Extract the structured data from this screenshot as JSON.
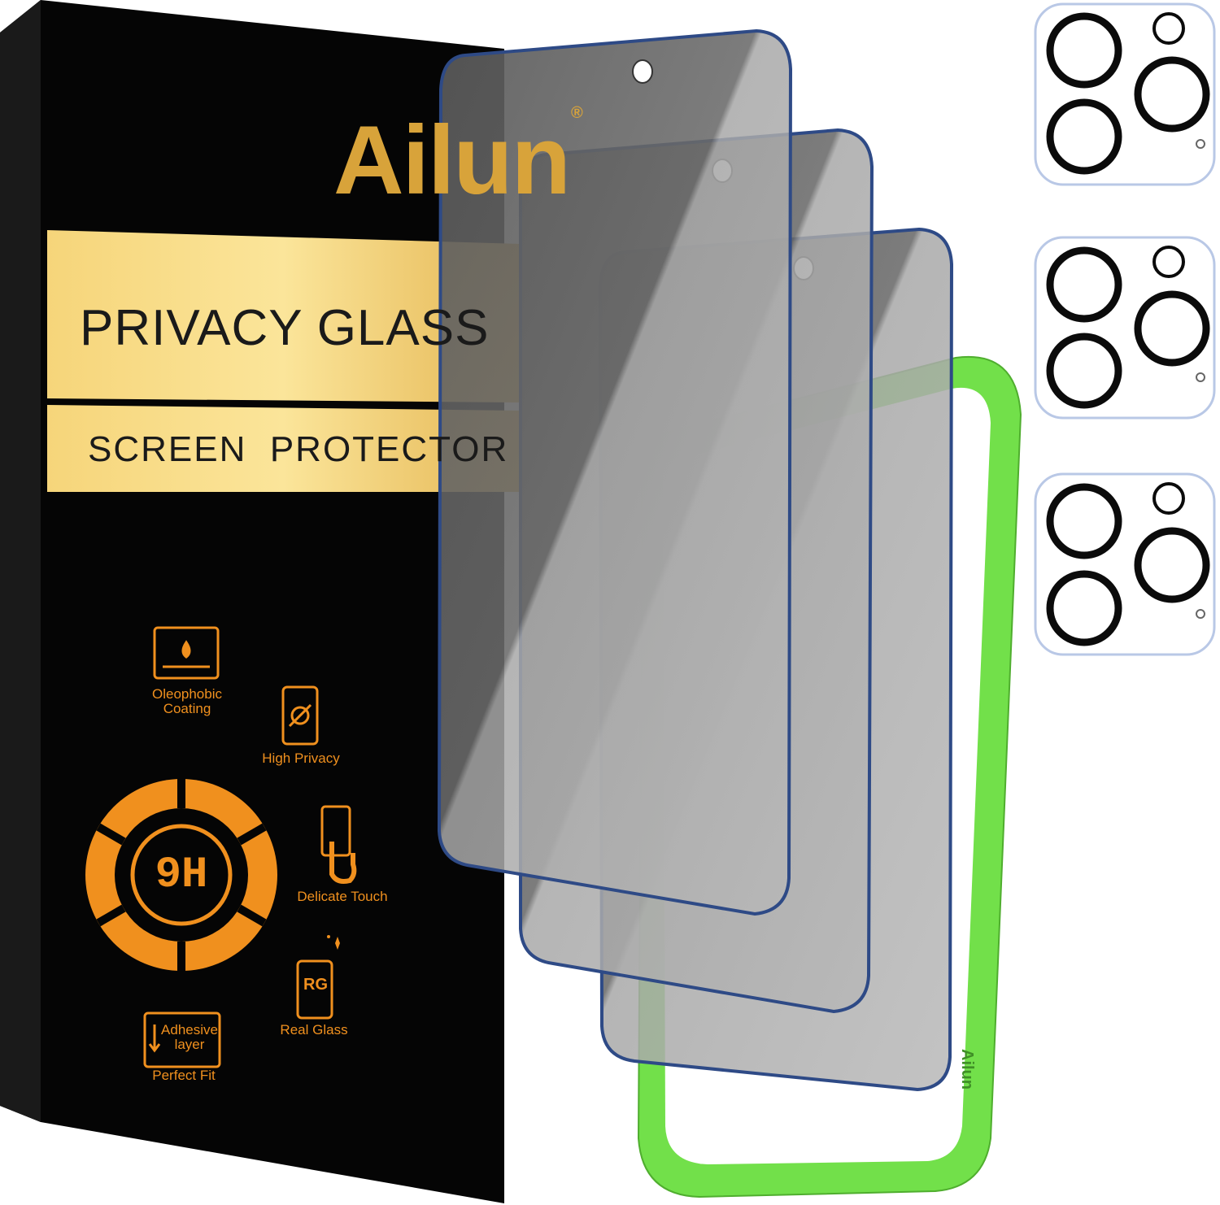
{
  "package": {
    "brand": "Ailun",
    "registered": "®",
    "title": "PRIVACY GLASS",
    "subtitle": "SCREEN  PROTECTOR"
  },
  "features": {
    "oleophobic": "Oleophobic\nCoating",
    "high_privacy": "High Privacy",
    "hardness": "9H",
    "delicate_touch": "Delicate Touch",
    "real_glass_badge": "RG",
    "real_glass": "Real Glass",
    "adhesive": "Adhesive\nlayer",
    "perfect_fit": "Perfect Fit"
  },
  "frame_text": "Ailun",
  "colors": {
    "box_black": "#050505",
    "gold": "#d8a33a",
    "orange": "#f0901e",
    "frame_green": "#72e04a",
    "glass_grey": "#8a8a8a"
  }
}
